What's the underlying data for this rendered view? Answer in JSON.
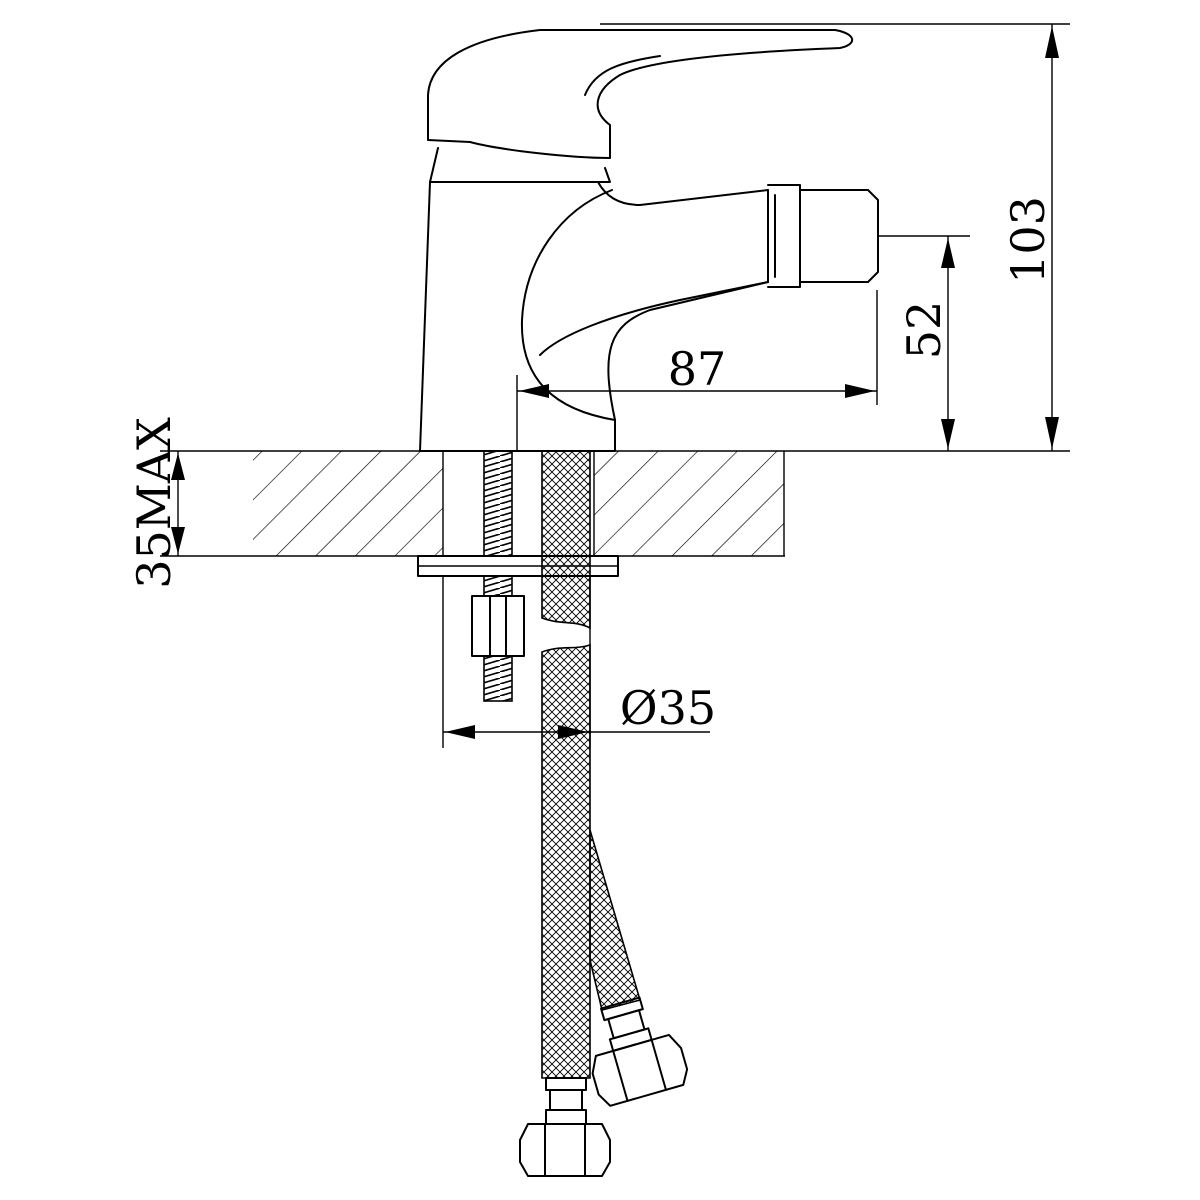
{
  "dimensions": {
    "total_height": "103",
    "spout_height": "52",
    "spout_reach": "87",
    "max_counter_thickness": "35MAX",
    "hole_diameter": "Ø35"
  },
  "colors": {
    "line": "#000000",
    "background": "#ffffff"
  }
}
